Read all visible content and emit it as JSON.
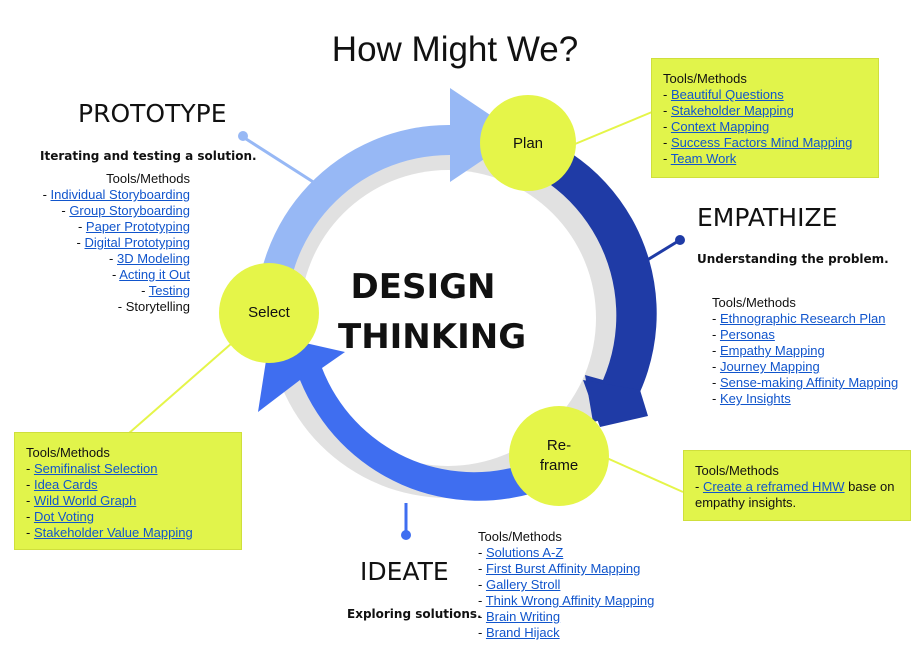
{
  "title": "How Might We?",
  "center_title_line1": "DESIGN",
  "center_title_line2": "THINKING",
  "colors": {
    "circle_yellow": "#e5f549",
    "box_yellow": "#e1f44b",
    "arrow_dark": "#1f3ba6",
    "arrow_medium": "#3f6ef0",
    "arrow_light": "#97b8f5",
    "ring_gray": "#e1e1e1",
    "link": "#1155cc"
  },
  "stages": {
    "plan": "Plan",
    "reframe_line1": "Re-",
    "reframe_line2": "frame",
    "select": "Select"
  },
  "prototype": {
    "title": "PROTOTYPE",
    "description": "Iterating and testing a solution.",
    "tools_label": "Tools/Methods",
    "items": [
      {
        "text": "Individual Storyboarding",
        "link": true
      },
      {
        "text": "Group Storyboarding",
        "link": true
      },
      {
        "text": "Paper Prototyping",
        "link": true
      },
      {
        "text": "Digital Prototyping",
        "link": true
      },
      {
        "text": "3D Modeling",
        "link": true
      },
      {
        "text": "Acting it Out",
        "link": true
      },
      {
        "text": "Testing",
        "link": true
      },
      {
        "text": "Storytelling",
        "link": false
      }
    ]
  },
  "plan_box": {
    "tools_label": "Tools/Methods",
    "items": [
      {
        "text": "Beautiful Questions",
        "link": true
      },
      {
        "text": "Stakeholder Mapping",
        "link": true
      },
      {
        "text": "Context Mapping",
        "link": true
      },
      {
        "text": "Success Factors Mind Mapping",
        "link": true
      },
      {
        "text": "Team Work",
        "link": true
      }
    ]
  },
  "empathize": {
    "title": "EMPATHIZE",
    "description": "Understanding the problem.",
    "tools_label": "Tools/Methods",
    "items": [
      {
        "text": "Ethnographic Research Plan",
        "link": true
      },
      {
        "text": "Personas",
        "link": true
      },
      {
        "text": "Empathy Mapping",
        "link": true
      },
      {
        "text": "Journey Mapping",
        "link": true
      },
      {
        "text": "Sense-making Affinity Mapping",
        "link": true
      },
      {
        "text": "Key Insights",
        "link": true
      }
    ]
  },
  "reframe_box": {
    "tools_label": "Tools/Methods",
    "link_text": "Create a reframed HMW",
    "after_link": " base on",
    "line2": "empathy insights."
  },
  "select_box": {
    "tools_label": "Tools/Methods",
    "items": [
      {
        "text": "Semifinalist Selection",
        "link": true
      },
      {
        "text": "Idea Cards",
        "link": true
      },
      {
        "text": "Wild World Graph",
        "link": true
      },
      {
        "text": "Dot Voting",
        "link": true
      },
      {
        "text": "Stakeholder Value Mapping",
        "link": true
      }
    ]
  },
  "ideate": {
    "title": "IDEATE",
    "description": "Exploring solutions.",
    "tools_label": "Tools/Methods",
    "items": [
      {
        "text": "Solutions A-Z",
        "link": true
      },
      {
        "text": "First Burst Affinity Mapping",
        "link": true
      },
      {
        "text": "Gallery Stroll",
        "link": true
      },
      {
        "text": "Think Wrong Affinity Mapping",
        "link": true
      },
      {
        "text": "Brain Writing",
        "link": true
      },
      {
        "text": "Brand Hijack",
        "link": true
      }
    ]
  }
}
